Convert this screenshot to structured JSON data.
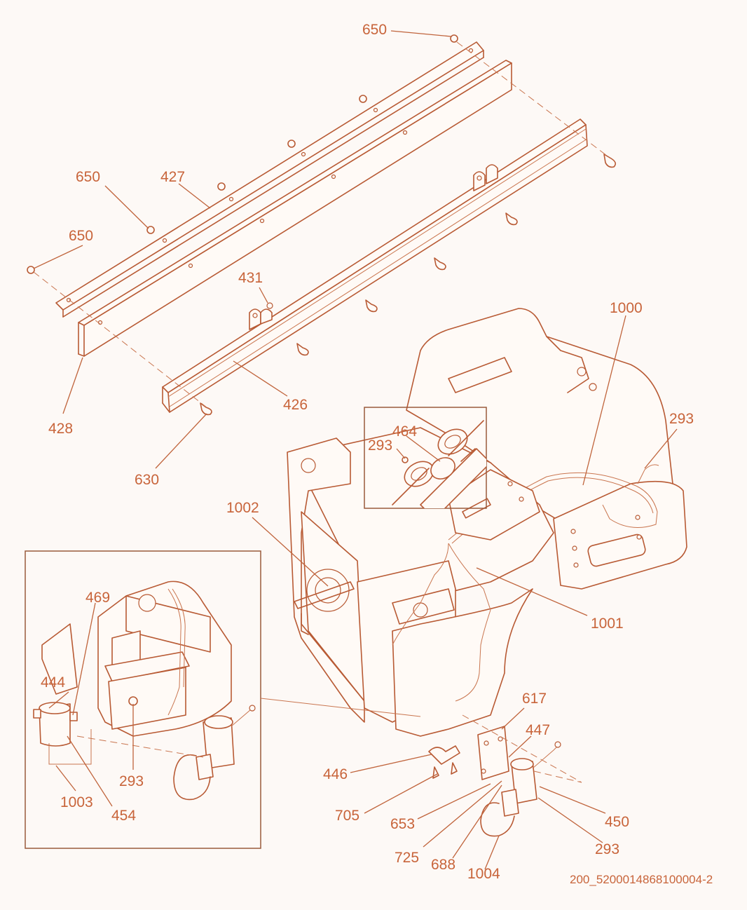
{
  "document_code": "200_5200014868100004-2",
  "colors": {
    "line": "#b85a34",
    "label": "#c8643a",
    "background": "#fdf9f6"
  },
  "callouts": {
    "c650_top": "650",
    "c650_mid": "650",
    "c650_left": "650",
    "c427": "427",
    "c431": "431",
    "c428": "428",
    "c426": "426",
    "c630": "630",
    "c1000": "1000",
    "c293_right": "293",
    "c464": "464",
    "c293_inset": "293",
    "c1002": "1002",
    "c1001": "1001",
    "c469": "469",
    "c444": "444",
    "c293_left": "293",
    "c1003": "1003",
    "c454": "454",
    "c617": "617",
    "c447": "447",
    "c446": "446",
    "c705": "705",
    "c653": "653",
    "c450": "450",
    "c725": "725",
    "c688": "688",
    "c293_bottom": "293",
    "c1004": "1004"
  }
}
